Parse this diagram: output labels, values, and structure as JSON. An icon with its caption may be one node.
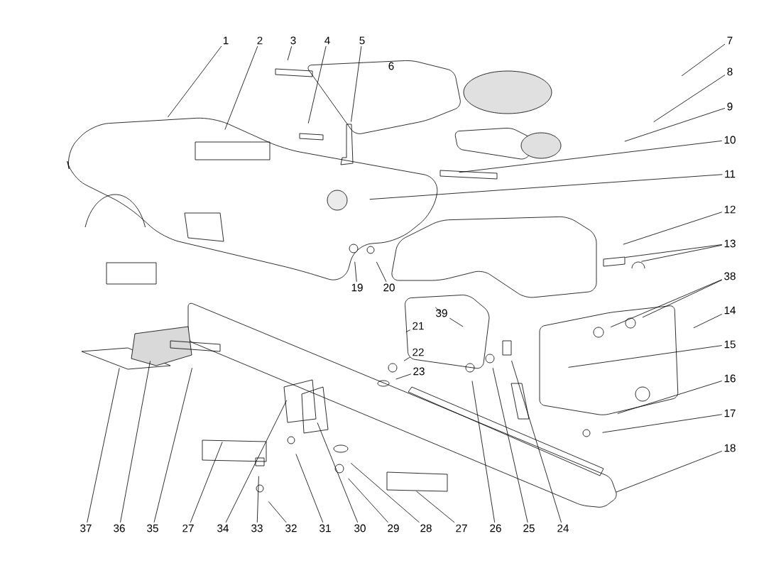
{
  "diagram": {
    "nodes": [
      {
        "text": [
          "1"
        ]
      },
      {
        "text": [
          "2"
        ]
      },
      {
        "text": [
          "3"
        ]
      },
      {
        "text": [
          "4"
        ]
      },
      {
        "text": [
          "5"
        ]
      },
      {
        "text": [
          "6"
        ]
      },
      {
        "text": [
          "7"
        ]
      },
      {
        "text": [
          "8"
        ]
      },
      {
        "text": [
          "9"
        ]
      },
      {
        "text": [
          "10"
        ]
      },
      {
        "text": [
          "11"
        ]
      },
      {
        "text": [
          "12"
        ]
      },
      {
        "text": [
          "13"
        ]
      },
      {
        "text": [
          "38"
        ]
      },
      {
        "text": [
          "14"
        ]
      },
      {
        "text": [
          "15"
        ]
      },
      {
        "text": [
          "16"
        ]
      },
      {
        "text": [
          "17"
        ]
      },
      {
        "text": [
          "18"
        ]
      },
      {
        "text": [
          "19"
        ]
      },
      {
        "text": [
          "20"
        ]
      },
      {
        "text": [
          "39"
        ]
      },
      {
        "text": [
          "21"
        ]
      },
      {
        "text": [
          "22"
        ]
      },
      {
        "text": [
          "23"
        ]
      },
      {
        "text": [
          "37"
        ]
      },
      {
        "text": [
          "36"
        ]
      },
      {
        "text": [
          "35"
        ]
      },
      {
        "text": [
          "27"
        ]
      },
      {
        "text": [
          "34"
        ]
      },
      {
        "text": [
          "33"
        ]
      },
      {
        "text": [
          "32"
        ]
      },
      {
        "text": [
          "31"
        ]
      },
      {
        "text": [
          "30"
        ]
      },
      {
        "text": [
          "29"
        ]
      },
      {
        "text": [
          "28"
        ]
      },
      {
        "text": [
          "27"
        ]
      },
      {
        "text": [
          "26"
        ]
      },
      {
        "text": [
          "25"
        ]
      },
      {
        "text": [
          "24"
        ]
      }
    ],
    "edges": [
      {
        "from": 0,
        "to": null,
        "arrow": "none"
      },
      {
        "from": 1,
        "to": null,
        "arrow": "none"
      },
      {
        "from": 2,
        "to": null,
        "arrow": "none"
      },
      {
        "from": 3,
        "to": null,
        "arrow": "none"
      },
      {
        "from": 4,
        "to": null,
        "arrow": "none"
      },
      {
        "from": 6,
        "to": null,
        "arrow": "none"
      },
      {
        "from": 7,
        "to": null,
        "arrow": "none"
      },
      {
        "from": 8,
        "to": null,
        "arrow": "none"
      },
      {
        "from": 9,
        "to": null,
        "arrow": "none"
      },
      {
        "from": 10,
        "to": null,
        "arrow": "none"
      },
      {
        "from": 11,
        "to": null,
        "arrow": "none"
      },
      {
        "from": 12,
        "to": null,
        "arrow": "none"
      },
      {
        "from": 12,
        "to": null,
        "arrow": "none"
      },
      {
        "from": 13,
        "to": null,
        "arrow": "none"
      },
      {
        "from": 13,
        "to": null,
        "arrow": "none"
      },
      {
        "from": 14,
        "to": null,
        "arrow": "none"
      },
      {
        "from": 15,
        "to": null,
        "arrow": "none"
      },
      {
        "from": 16,
        "to": null,
        "arrow": "none"
      },
      {
        "from": 17,
        "to": null,
        "arrow": "none"
      },
      {
        "from": 18,
        "to": null,
        "arrow": "none"
      },
      {
        "from": 19,
        "to": null,
        "arrow": "none"
      },
      {
        "from": 20,
        "to": null,
        "arrow": "none"
      },
      {
        "from": 21,
        "to": null,
        "arrow": "none"
      },
      {
        "from": 21,
        "to": null,
        "arrow": "none"
      },
      {
        "from": 22,
        "to": null,
        "arrow": "none"
      },
      {
        "from": 23,
        "to": null,
        "arrow": "none"
      },
      {
        "from": 24,
        "to": null,
        "arrow": "none"
      },
      {
        "from": 25,
        "to": null,
        "arrow": "none"
      },
      {
        "from": 26,
        "to": null,
        "arrow": "none"
      },
      {
        "from": 27,
        "to": null,
        "arrow": "none"
      },
      {
        "from": 28,
        "to": null,
        "arrow": "none"
      },
      {
        "from": 29,
        "to": null,
        "arrow": "none"
      },
      {
        "from": 30,
        "to": null,
        "arrow": "none"
      },
      {
        "from": 31,
        "to": null,
        "arrow": "none"
      },
      {
        "from": 32,
        "to": null,
        "arrow": "none"
      },
      {
        "from": 33,
        "to": null,
        "arrow": "none"
      },
      {
        "from": 34,
        "to": null,
        "arrow": "none"
      },
      {
        "from": 35,
        "to": null,
        "arrow": "none"
      },
      {
        "from": 36,
        "to": null,
        "arrow": "none"
      },
      {
        "from": 37,
        "to": null,
        "arrow": "none"
      },
      {
        "from": 38,
        "to": null,
        "arrow": "none"
      },
      {
        "from": 39,
        "to": null,
        "arrow": "none"
      }
    ]
  }
}
